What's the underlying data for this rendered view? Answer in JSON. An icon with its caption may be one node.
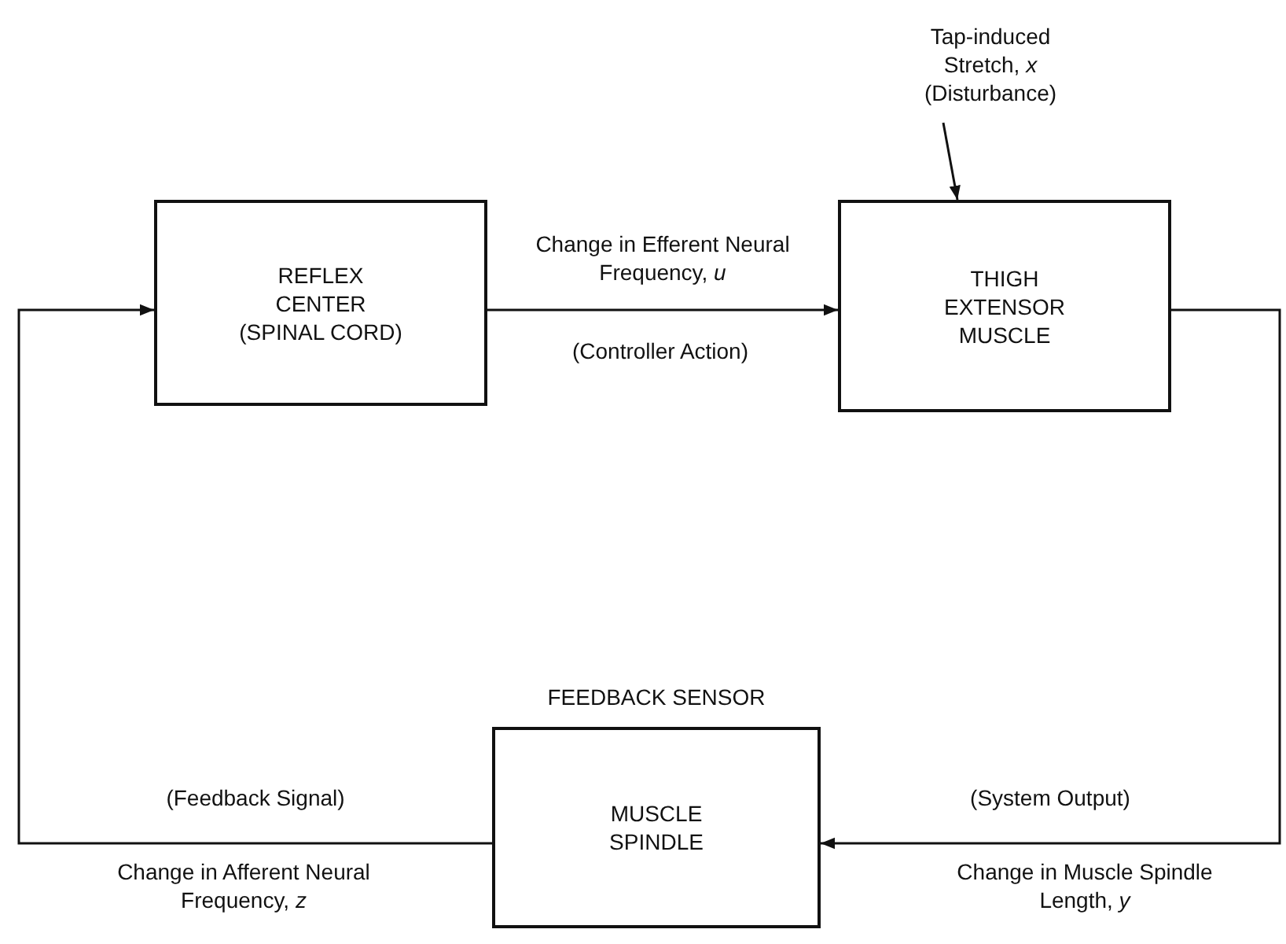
{
  "diagram": {
    "nodes": [
      {
        "text": [
          "REFLEX CENTER (SPINAL CORD)"
        ]
      },
      {
        "text": [
          "THIGH EXTENSOR MUSCLE"
        ]
      },
      {
        "text": [
          "FEEDBACK SENSOR",
          "MUSCLE SPINDLE"
        ]
      },
      {
        "text": [
          "Tap-induced Stretch, *x* (Disturbance)"
        ]
      }
    ],
    "edges": [
      {
        "from": 0,
        "to": 1,
        "arrow": "to",
        "label": "Change in Efferent Neural Frequency, *u*"
      },
      {
        "from": 1,
        "to": 2,
        "arrow": "to",
        "label": "(System Output)"
      },
      {
        "from": 2,
        "to": 0,
        "arrow": "to",
        "label": "(Feedback Signal)"
      },
      {
        "from": 3,
        "to": 1,
        "arrow": "to"
      }
    ],
    "labels": [
      "(Controller Action)",
      "Change in Muscle Spindle Length, *y*",
      "Change in Afferent Neural Frequency, *z*"
    ]
  }
}
